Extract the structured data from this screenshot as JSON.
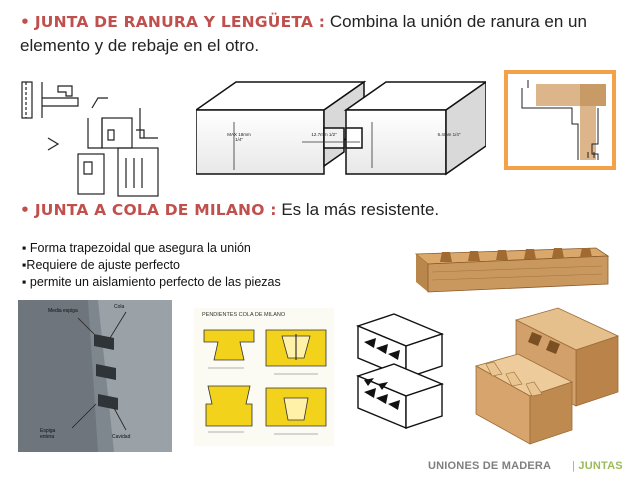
{
  "section1": {
    "bullet": "•",
    "title": "JUNTA DE RANURA Y LENGÜETA :",
    "text_line1": "Combina la unión de ranura en un",
    "text_line2": "elemento y de rebaje en el otro."
  },
  "section2": {
    "bullet": "•",
    "title": "JUNTA A COLA DE MILANO :",
    "text": "Es la más resistente."
  },
  "features": [
    "▪ Forma trapezoidal que asegura la unión",
    "▪Requiere de ajuste perfecto",
    "▪ permite un aislamiento perfecto de las piezas"
  ],
  "diagram_labels": {
    "dim_left": "MAX 18mm 1/4\"",
    "dim_mid": "12.7mm 1/2\"",
    "dim_right": "6.4mm 1/4\""
  },
  "photo_labels": {
    "media_espiga": "Media espiga",
    "cola": "Cola",
    "espiga_entera": "Espiga entera",
    "cavidad": "Cavidad"
  },
  "sketch_labels": {
    "title": "PENDIENTES COLA DE MILANO"
  },
  "footer": {
    "left": "UNIONES DE MADERA",
    "separator": "|",
    "right": "JUNTAS"
  },
  "colors": {
    "accent_red": "#c0504d",
    "accent_green": "#9bbb59",
    "footer_gray": "#7f7f7f",
    "orange_frame": "#f4a24a",
    "wood": "#c9985f",
    "sketch_yellow": "#f2d21b"
  }
}
